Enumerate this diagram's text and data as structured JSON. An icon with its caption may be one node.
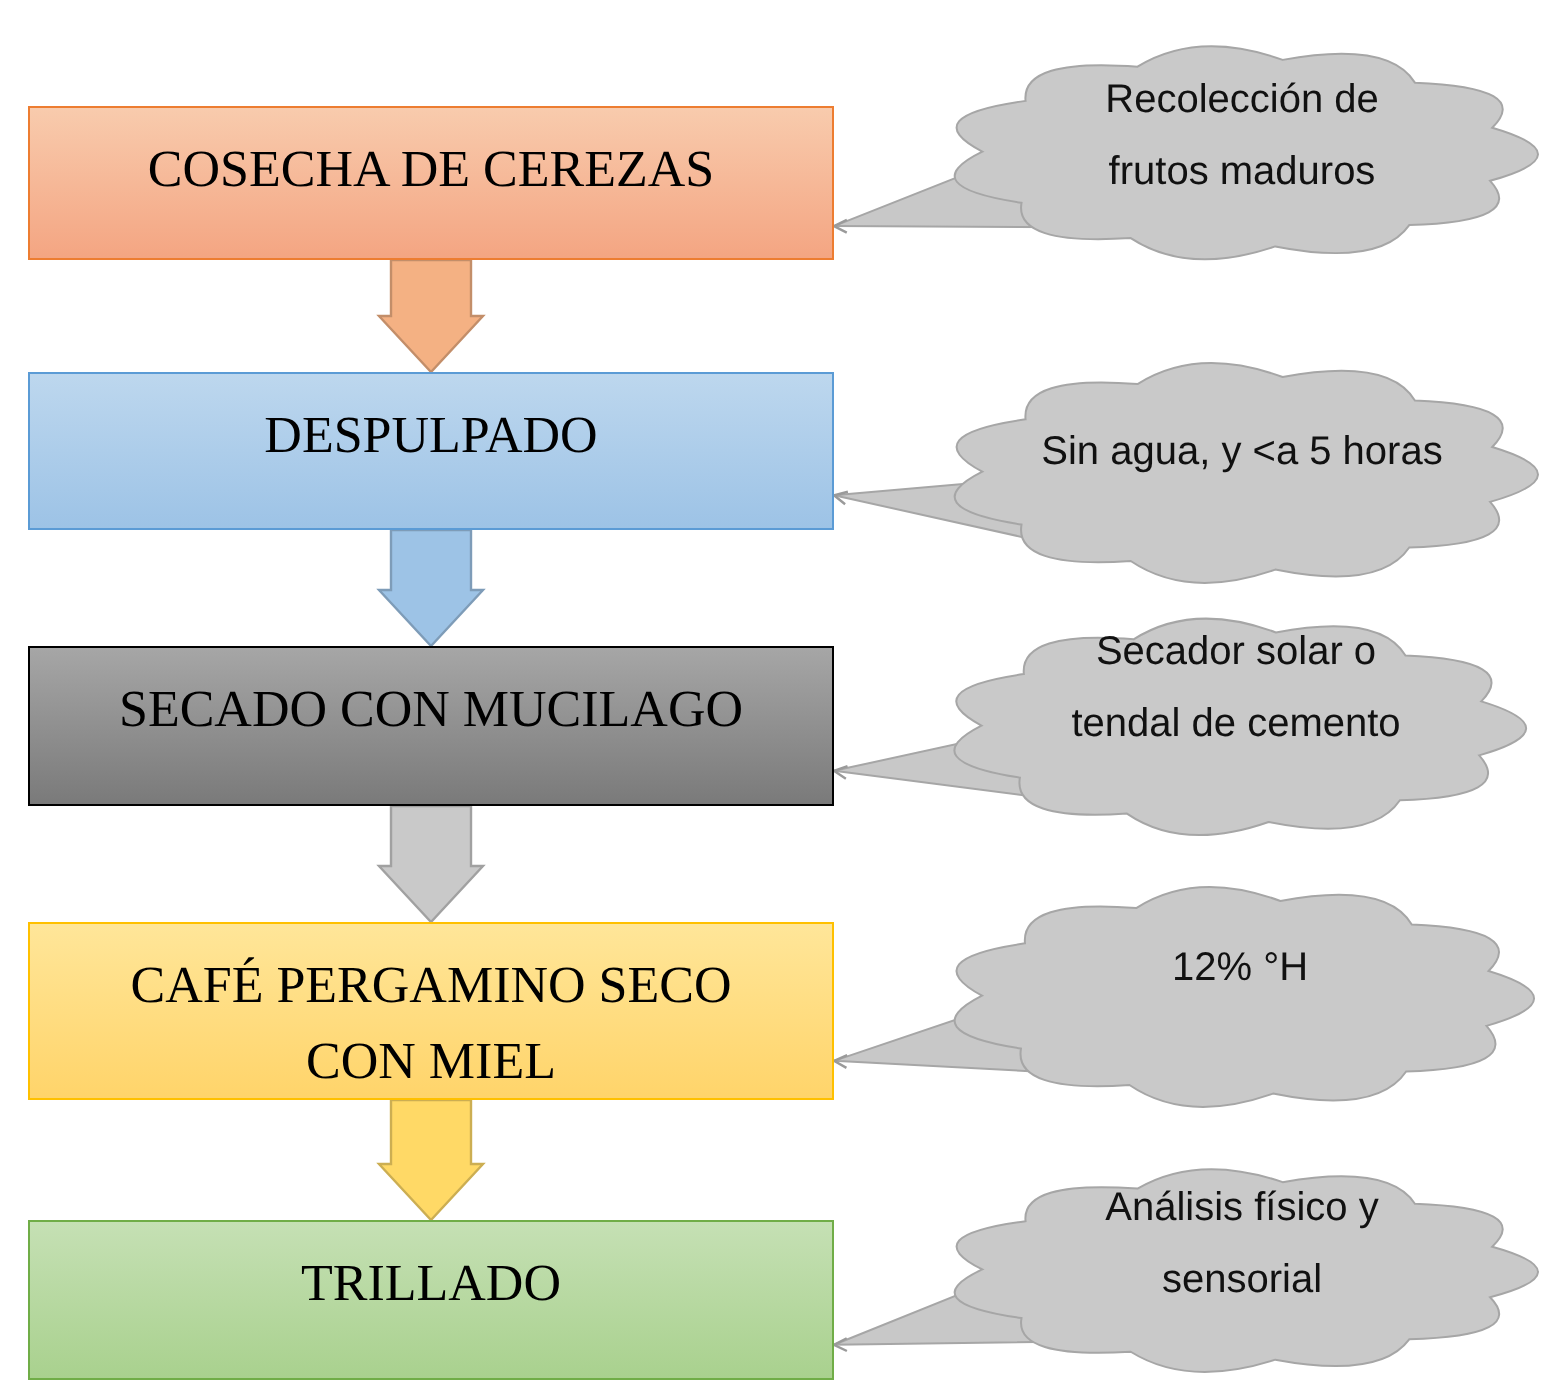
{
  "diagram": {
    "nodes": [
      {
        "text": [
          "COSECHA DE CEREZAS"
        ]
      },
      {
        "text": [
          "DESPULPADO"
        ]
      },
      {
        "text": [
          "SECADO CON MUCILAGO"
        ]
      },
      {
        "text": [
          "CAFÉ PERGAMINO SECO CON MIEL"
        ]
      },
      {
        "text": [
          "TRILLADO"
        ]
      },
      {
        "text": [
          "Recolección de frutos maduros"
        ]
      },
      {
        "text": [
          "Sin agua, y <a 5 horas"
        ]
      },
      {
        "text": [
          "Secador solar o tendal de cemento"
        ]
      },
      {
        "text": [
          "12% °H"
        ]
      },
      {
        "text": [
          "Análisis físico y sensorial"
        ]
      }
    ],
    "edges": [
      {
        "from": 0,
        "to": 1,
        "arrow": "to",
        "style": "thick",
        "color": "#f4b183"
      },
      {
        "from": 1,
        "to": 2,
        "arrow": "to",
        "style": "thick",
        "color": "#9dc3e6"
      },
      {
        "from": 2,
        "to": 3,
        "arrow": "to",
        "style": "thick",
        "color": "#c9c9c9"
      },
      {
        "from": 3,
        "to": 4,
        "arrow": "to",
        "style": "thick",
        "color": "#ffd966"
      },
      {
        "from": 5,
        "to": 0,
        "arrow": "to"
      },
      {
        "from": 6,
        "to": 1,
        "arrow": "to"
      },
      {
        "from": 7,
        "to": 2,
        "arrow": "to"
      },
      {
        "from": 8,
        "to": 3,
        "arrow": "to"
      },
      {
        "from": 9,
        "to": 4,
        "arrow": "to"
      }
    ]
  }
}
